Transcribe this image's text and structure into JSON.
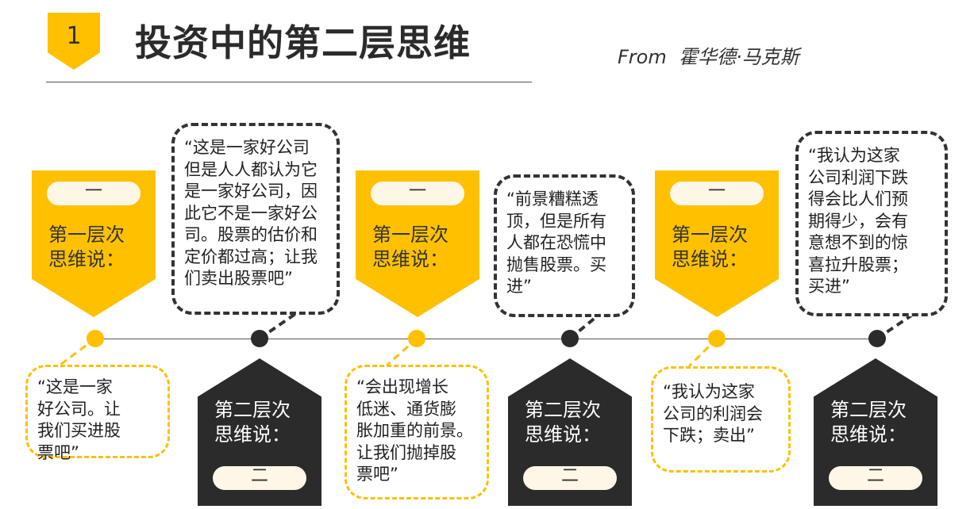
{
  "header": {
    "number": "1",
    "title": "投资中的第二层思维",
    "from": "From  霍华德·马克斯"
  },
  "first_level": [
    {
      "pill": "一",
      "label": "第一层次\n思维说："
    },
    {
      "pill": "一",
      "label": "第一层次\n思维说："
    },
    {
      "pill": "一",
      "label": "第一层次\n思维说："
    }
  ],
  "second_level": [
    {
      "pill": "二",
      "label": "第二层次\n思维说："
    },
    {
      "pill": "二",
      "label": "第二层次\n思维说："
    },
    {
      "pill": "二",
      "label": "第二层次\n思维说："
    }
  ],
  "quotes_first": [
    " “这是一家\n好公司。让\n我们买进股\n票吧”",
    " “会出现增长\n低迷、通货膨\n胀加重的前景。\n让我们抛掉股\n票吧”",
    " “我认为这家\n公司的利润会\n下跌；卖出”"
  ],
  "quotes_second": [
    " “这是一家好公司\n但是人人都认为它\n是一家好公司，因\n此它不是一家好公\n司。股票的估价和\n定价都过高；让我\n们卖出股票吧”",
    " “前景糟糕透\n顶，但是所有\n人都在恐慌中\n抛售股票。买\n进”",
    " “我认为这家\n公司利润下跌\n得会比人们预\n期得少，会有\n意想不到的惊\n喜拉升股票；\n买进”"
  ],
  "colors": {
    "accent": "#FFC000",
    "dark": "#2b2b2b",
    "pill": "#FEF6E6"
  }
}
